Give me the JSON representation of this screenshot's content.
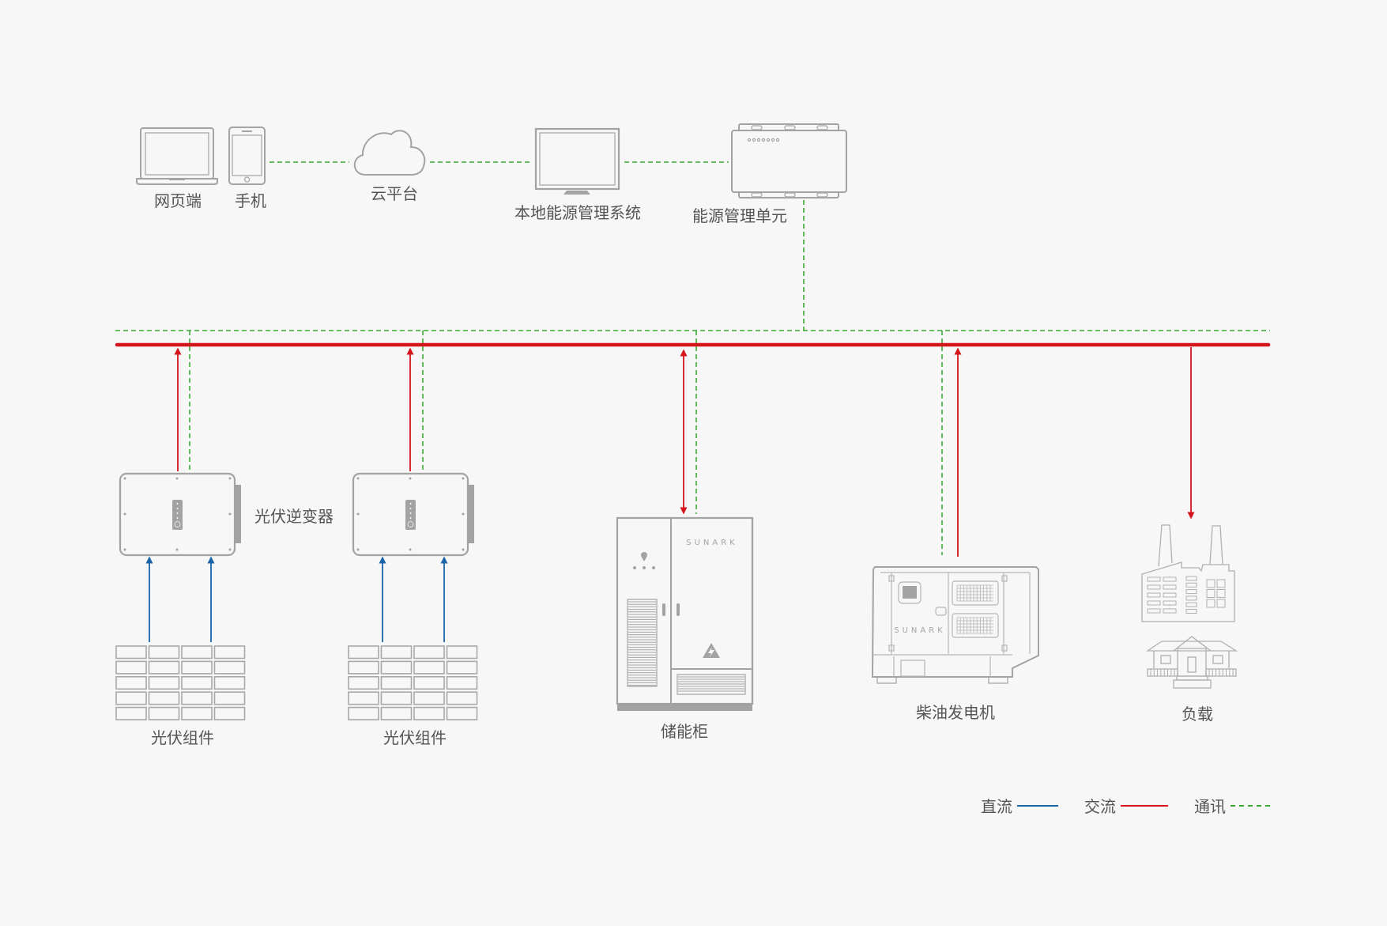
{
  "diagram_title": "",
  "colors": {
    "background": "#f7f7f7",
    "device_stroke": "#a3a3a3",
    "label_text": "#555555",
    "dc": "#1a64a8",
    "ac": "#d4151c",
    "comm": "#3aaa35"
  },
  "top_row": {
    "web": {
      "label": "网页端",
      "icon": "laptop-icon"
    },
    "phone": {
      "label": "手机",
      "icon": "smartphone-icon"
    },
    "cloud": {
      "label": "云平台",
      "icon": "cloud-icon"
    },
    "local_ems": {
      "label": "本地能源管理系统",
      "icon": "monitor-icon"
    },
    "emu": {
      "label": "能源管理单元",
      "icon": "controller-box-icon"
    }
  },
  "bottom_row": {
    "inverter_label": "光伏逆变器",
    "pv1": {
      "label": "光伏组件",
      "icon": "solar-panel-grid-icon"
    },
    "pv2": {
      "label": "光伏组件",
      "icon": "solar-panel-grid-icon"
    },
    "storage": {
      "label": "储能柜",
      "icon": "storage-cabinet-icon",
      "brand": "SUNARK"
    },
    "generator": {
      "label": "柴油发电机",
      "icon": "diesel-generator-icon",
      "brand": "SUNARK"
    },
    "load": {
      "label": "负载",
      "icon": "factory-house-icon"
    }
  },
  "legend": [
    {
      "label": "直流",
      "style": "solid",
      "color_key": "dc"
    },
    {
      "label": "交流",
      "style": "solid",
      "color_key": "ac"
    },
    {
      "label": "通讯",
      "style": "dashed",
      "color_key": "comm"
    }
  ],
  "connections": [
    {
      "from": "手机",
      "to": "云平台",
      "type": "通讯"
    },
    {
      "from": "云平台",
      "to": "本地能源管理系统",
      "type": "通讯"
    },
    {
      "from": "本地能源管理系统",
      "to": "能源管理单元",
      "type": "通讯"
    },
    {
      "from": "能源管理单元",
      "to": "通讯总线",
      "type": "通讯"
    },
    {
      "from": "光伏组件",
      "to": "光伏逆变器",
      "type": "直流",
      "count": 2
    },
    {
      "from": "光伏组件",
      "to": "光伏逆变器",
      "type": "直流",
      "count": 2
    },
    {
      "from": "光伏逆变器",
      "to": "交流母线",
      "type": "交流"
    },
    {
      "from": "光伏逆变器",
      "to": "交流母线",
      "type": "交流"
    },
    {
      "from": "储能柜",
      "to": "交流母线",
      "type": "交流",
      "bidirectional": true
    },
    {
      "from": "柴油发电机",
      "to": "交流母线",
      "type": "交流"
    },
    {
      "from": "交流母线",
      "to": "负载",
      "type": "交流"
    }
  ]
}
